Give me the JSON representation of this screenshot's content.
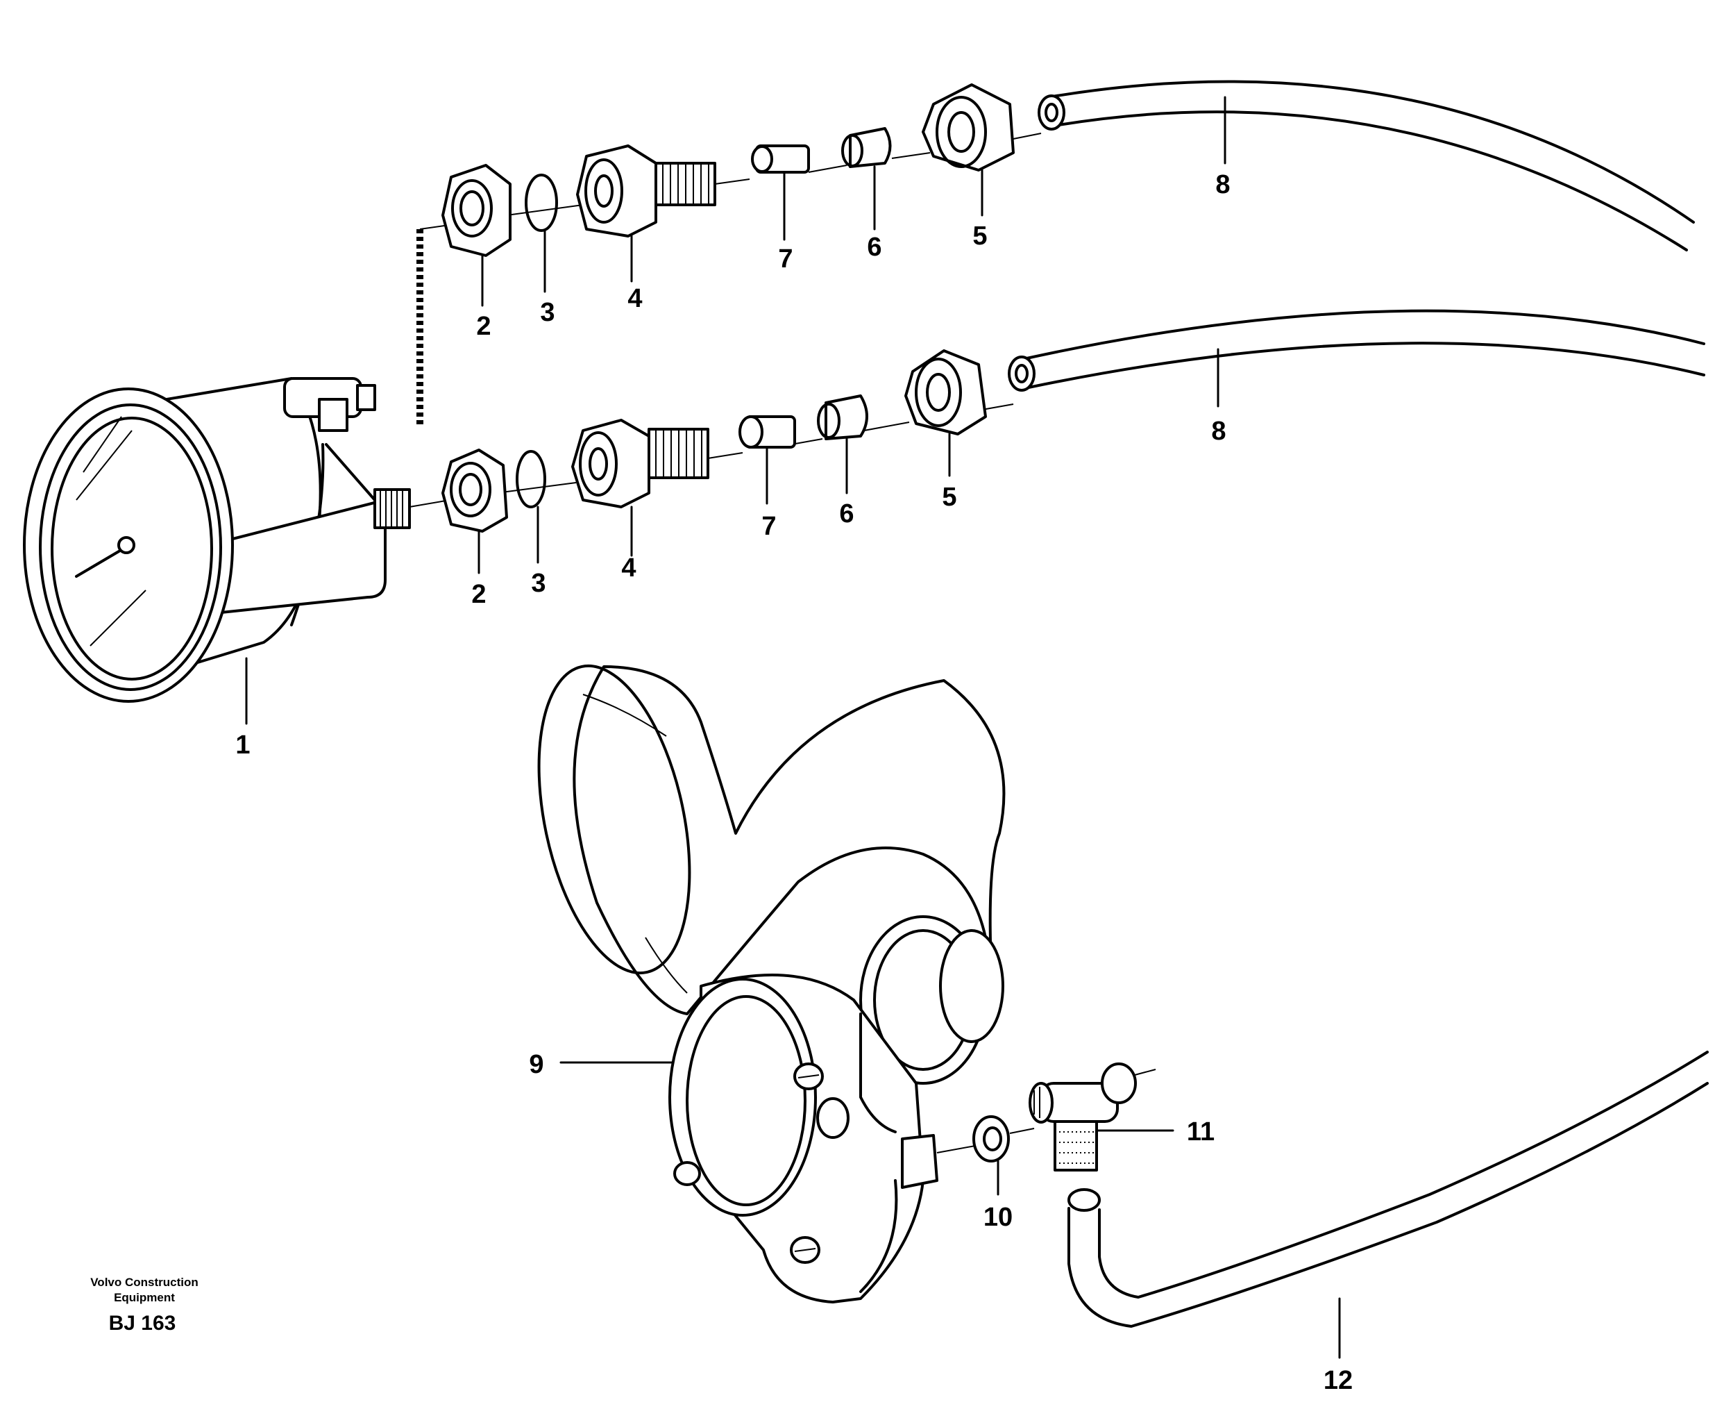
{
  "callouts": [
    "1",
    "2",
    "3",
    "4",
    "5",
    "6",
    "7",
    "8",
    "2",
    "3",
    "4",
    "5",
    "6",
    "7",
    "8",
    "9",
    "10",
    "11",
    "12"
  ],
  "footer": {
    "publisher_line1": "Volvo Construction",
    "publisher_line2": "Equipment",
    "code": "BJ 163"
  }
}
